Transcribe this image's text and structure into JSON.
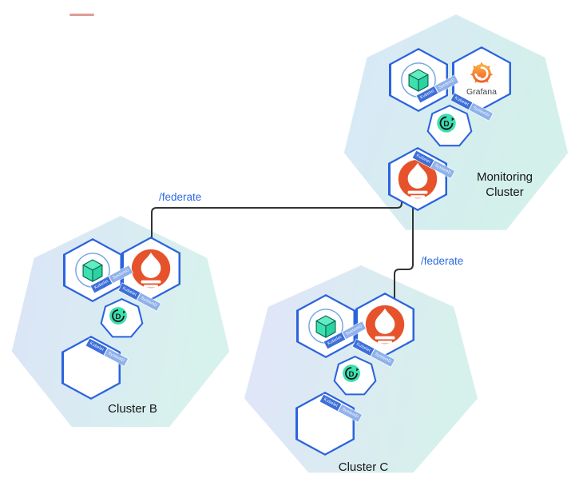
{
  "clusters": [
    {
      "id": "monitoring-cluster",
      "label": "Monitoring Cluster",
      "nodes": [
        "app",
        "grafana",
        "controller",
        "prometheus"
      ]
    },
    {
      "id": "cluster-b",
      "label": "Cluster B",
      "nodes": [
        "app",
        "prometheus",
        "controller",
        "empty"
      ]
    },
    {
      "id": "cluster-c",
      "label": "Cluster C",
      "nodes": [
        "app",
        "prometheus",
        "controller",
        "empty"
      ]
    }
  ],
  "edges": [
    {
      "from": "monitoring-cluster.prometheus",
      "to": "cluster-b.prometheus",
      "label": "/federate"
    },
    {
      "from": "monitoring-cluster.prometheus",
      "to": "cluster-c.prometheus",
      "label": "/federate"
    }
  ],
  "labels": {
    "grafana": "Grafana",
    "ribbon_primary": "Kubelet",
    "ribbon_badge": "SystemD",
    "controller_glyph": "D"
  },
  "icons": [
    "prometheus-icon",
    "grafana-icon",
    "app-cube-icon",
    "controller-icon"
  ],
  "colors": {
    "hex_border": "#2b63de",
    "prometheus_orange": "#e6522c",
    "cube_mint": "#3fe0b0",
    "controller_mint": "#3ce0ae",
    "federate_blue": "#2e6be0",
    "edge_line": "#333333",
    "ribbon_blue": "#3e6fd9",
    "ribbon_badge_blue": "#8fb1ea",
    "cluster_fill_left": "#dde6f8",
    "cluster_fill_right": "#d5f1ec"
  }
}
